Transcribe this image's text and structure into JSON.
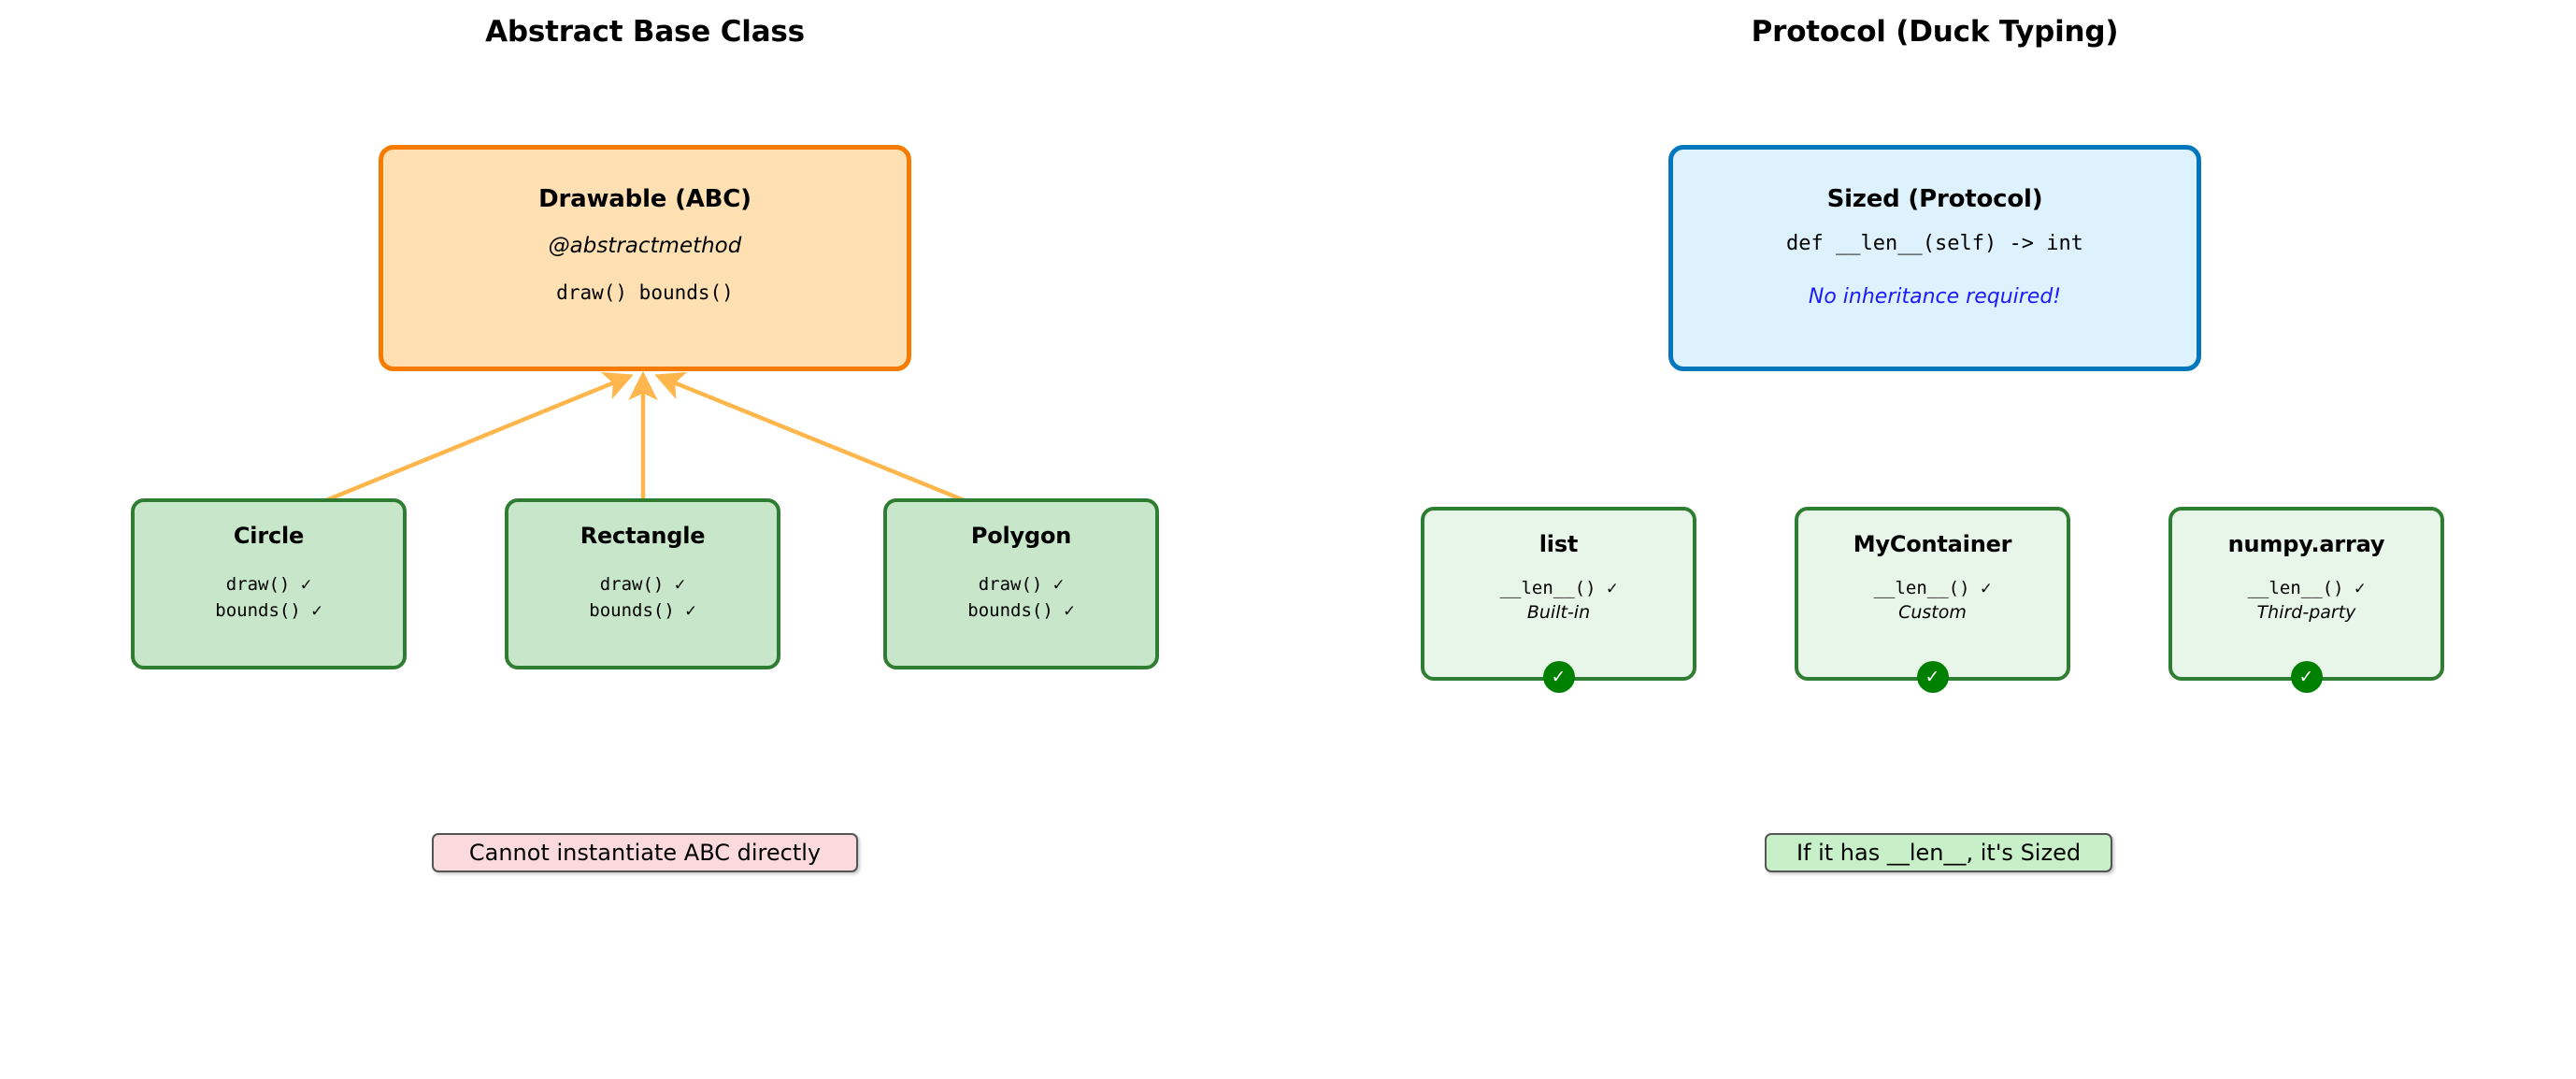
{
  "panels": {
    "left": {
      "title": "Abstract Base Class",
      "base": {
        "title": "Drawable (ABC)",
        "decorator": "@abstractmethod",
        "methods": "draw()\nbounds()",
        "fill_color": "#FFE0B2",
        "border_color": "#F57C00"
      },
      "implementors": [
        {
          "name": "Circle",
          "lines": "draw() ✓\nbounds() ✓"
        },
        {
          "name": "Rectangle",
          "lines": "draw() ✓\nbounds() ✓"
        },
        {
          "name": "Polygon",
          "lines": "draw() ✓\nbounds() ✓"
        }
      ],
      "note": {
        "text": "Cannot instantiate ABC directly",
        "fill_color": "#FADADD",
        "border_color": "#555555"
      },
      "card_fill_color": "#C8E6C9",
      "card_border_color": "#2E7D32",
      "arrow_color": "#FFB74D"
    },
    "right": {
      "title": "Protocol (Duck Typing)",
      "base": {
        "title": "Sized (Protocol)",
        "signature": "def __len__(self) -> int",
        "note": "No inheritance required!",
        "note_color": "#1A1AFF",
        "fill_color": "#DDF2FD",
        "border_color": "#0277BD"
      },
      "implementors": [
        {
          "name": "list",
          "dunder": "__len__() ✓",
          "kind": "Built-in",
          "badge": "✓"
        },
        {
          "name": "MyContainer",
          "dunder": "__len__() ✓",
          "kind": "Custom",
          "badge": "✓"
        },
        {
          "name": "numpy.array",
          "dunder": "__len__() ✓",
          "kind": "Third-party",
          "badge": "✓"
        }
      ],
      "note": {
        "text": "If it has __len__, it's Sized",
        "fill_color": "#C8F0C8",
        "border_color": "#555555"
      },
      "card_fill_color": "#E8F5E9",
      "card_border_color": "#2E7D32",
      "badge_color": "#008000"
    }
  }
}
